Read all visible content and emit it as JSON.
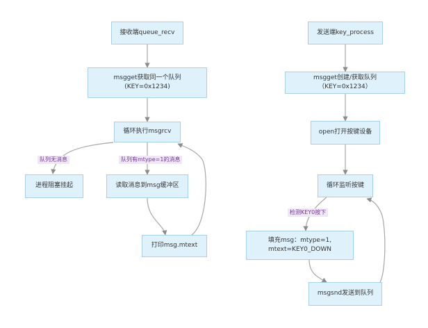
{
  "nodes": {
    "recv_start": "接收端queue_recv",
    "recv_msgget": "msgget获取同一个队列\n(KEY=0x1234)",
    "recv_loop": "循环执行msgrcv",
    "recv_block": "进程阻塞挂起",
    "recv_read": "读取消息到msg缓冲区",
    "recv_print": "打印msg.mtext",
    "send_start": "发送端key_process",
    "send_msgget": "msgget创建/获取队列（KEY=0x1234）",
    "send_open": "open打开按键设备",
    "send_loop": "循环监听按键",
    "send_fill": "填充msg：mtype=1,\nmtext=KEY0_DOWN",
    "send_msgsnd": "msgsnd发送到队列"
  },
  "edge_labels": {
    "no_msg": "队列无消息",
    "has_msg": "队列有mtype=1的消息",
    "key0": "检测KEY0按下"
  },
  "colors": {
    "node_fill": "#dff1fb",
    "node_border": "#a9cfe6",
    "edge": "#a6a6a6",
    "label_text": "#6b3a8c",
    "label_bg": "#f1e6f6"
  }
}
